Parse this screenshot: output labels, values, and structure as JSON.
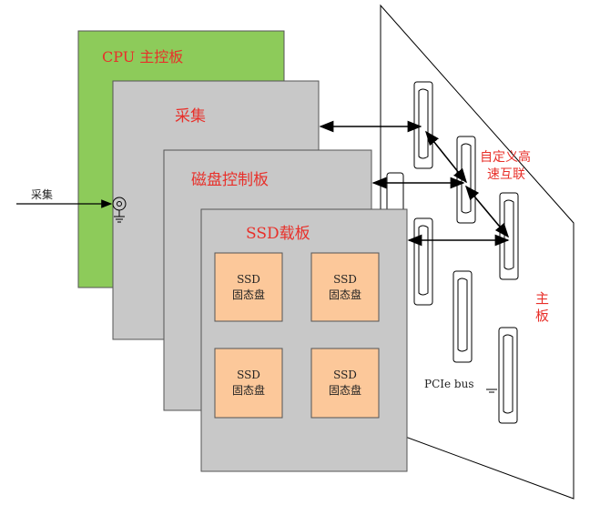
{
  "boards": {
    "cpu_label": "CPU 主控板",
    "caiji_label": "采集",
    "disk_label": "磁盘控制板",
    "ssd_label": "SSD载板"
  },
  "ssd_modules": [
    {
      "line1": "SSD",
      "line2": "固态盘"
    },
    {
      "line1": "SSD",
      "line2": "固态盘"
    },
    {
      "line1": "SSD",
      "line2": "固态盘"
    },
    {
      "line1": "SSD",
      "line2": "固态盘"
    }
  ],
  "input_label": "采集",
  "interconnect_label_line1": "自定义高",
  "interconnect_label_line2": "速互联",
  "mainboard_label_line1": "主",
  "mainboard_label_line2": "板",
  "bus_label": "PCIe bus",
  "colors": {
    "cpu_board": "#8dcb5a",
    "gray_board": "#c8c8c8",
    "ssd_module": "#fcc89a",
    "label_red": "#e8302a"
  }
}
